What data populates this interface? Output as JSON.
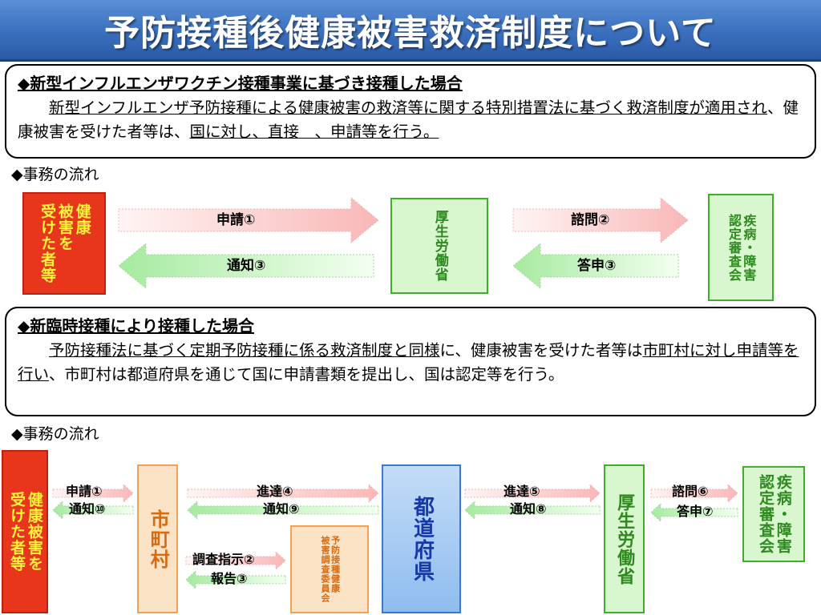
{
  "title": "予防接種後健康被害救済制度について",
  "section1": {
    "heading": "◆新型インフルエンザワクチン接種事業に基づき接種した場合",
    "body_parts": [
      {
        "text": "新型インフルエンザ予防接種による健康被害の救済等に関する特別措置法に基づく救済制度が適用され",
        "underline": true
      },
      {
        "text": "、健康被害を受けた者等は、",
        "underline": false
      },
      {
        "text": "国に対し、直接　、申請等を行う。",
        "underline": true
      }
    ],
    "flow_label": "◆事務の流れ",
    "boxes": {
      "victims": "健康\n被害を\n受けた者等",
      "mhlw": "厚生労働省",
      "council": "疾病・障害\n認定審査会"
    },
    "arrows": {
      "apply": "申請①",
      "notify": "通知③",
      "consult": "諮問②",
      "reply": "答申③"
    }
  },
  "section2": {
    "heading": "◆新臨時接種により接種した場合",
    "body_parts": [
      {
        "text": "予防接種法に基づく定期予防接種に係る救済制度と同様",
        "underline": true
      },
      {
        "text": "に、健康被害を受けた者等は",
        "underline": false
      },
      {
        "text": "市町村に対し申請等を行い",
        "underline": true
      },
      {
        "text": "、市町村は都道府県を通じて国に申請書類を提出し、国は認定等を行う。",
        "underline": false
      }
    ],
    "flow_label": "◆事務の流れ",
    "boxes": {
      "victims": "健康被害を\n受けた者等",
      "city": "市町村",
      "committee": "予防接種健康\n被害調査委員会",
      "prefecture": "都道府県",
      "mhlw": "厚生労働省",
      "council": "疾病・障害\n認定審査会"
    },
    "arrows": {
      "apply": "申請①",
      "notify": "通知⑩",
      "forward": "進達④",
      "notify2": "通知⑨",
      "forward2": "進達⑤",
      "notify3": "通知⑧",
      "consult": "諮問⑥",
      "reply": "答申⑦",
      "survey": "調査指示②",
      "report": "報告③"
    }
  }
}
